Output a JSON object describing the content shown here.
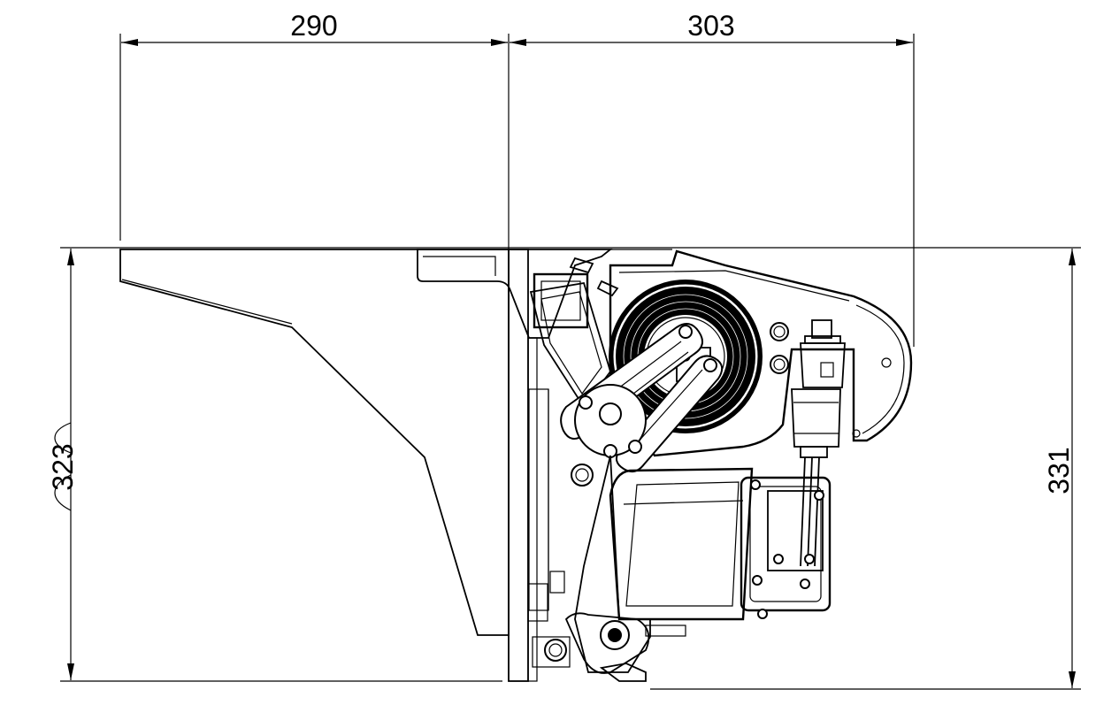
{
  "dimensions": {
    "top_left": "290",
    "top_right": "303",
    "left_height": "323",
    "right_height": "331"
  }
}
